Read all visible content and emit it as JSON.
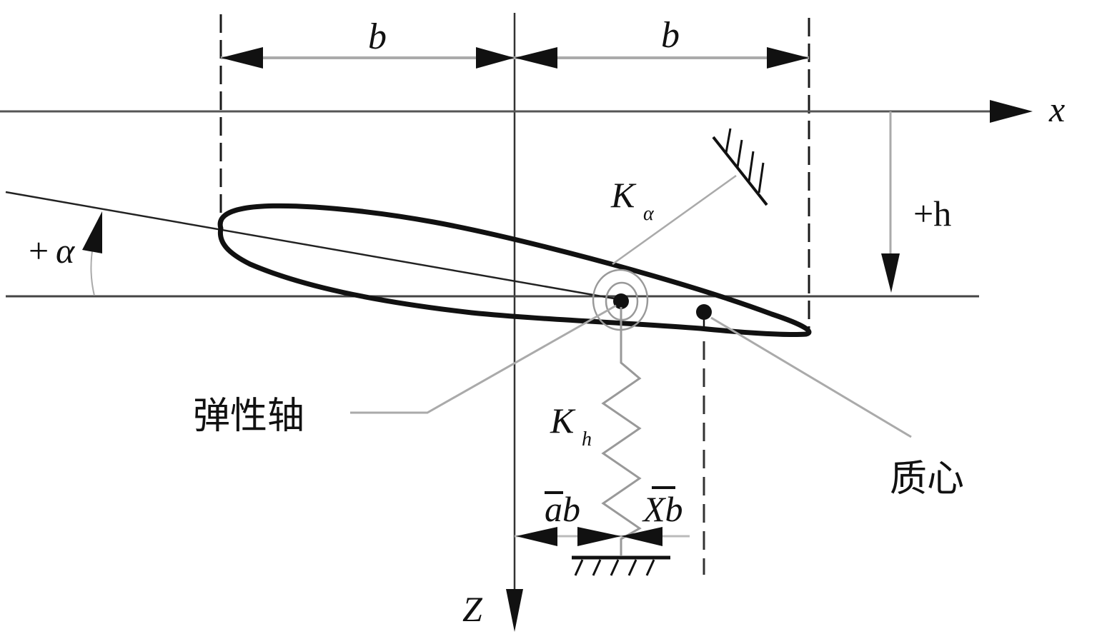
{
  "figure": {
    "type": "airfoil-aeroelastic-model",
    "labels": {
      "half_chord_left": "b",
      "half_chord_right": "b",
      "x_axis": "x",
      "z_axis": "Z",
      "plunge": "+h",
      "pitch_plus": "+",
      "pitch_symbol": "α",
      "torsion_spring_main": "K",
      "torsion_spring_sub": "α",
      "plunge_spring_main": "K",
      "plunge_spring_sub": "h",
      "elastic_axis_offset": "ab",
      "elastic_axis_offset_bar": "a",
      "cg_offset": "Xb",
      "cg_offset_bar": "X",
      "elastic_axis": "弹性轴",
      "center_of_mass": "质心"
    },
    "colors": {
      "line_dark": "#1a1a1a",
      "line_gray": "#9a9a9a",
      "line_mid": "#555555",
      "background": "#ffffff"
    }
  }
}
